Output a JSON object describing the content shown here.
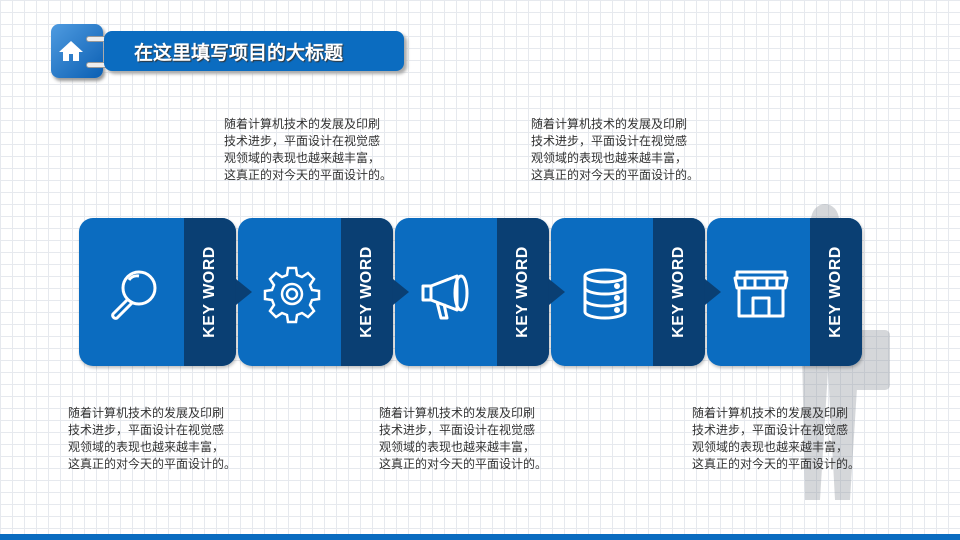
{
  "header": {
    "title": "在这里填写项目的大标题",
    "icon": "home-icon"
  },
  "steps": [
    {
      "keyword": "KEY WORD",
      "icon": "search-icon"
    },
    {
      "keyword": "KEY WORD",
      "icon": "gear-icon"
    },
    {
      "keyword": "KEY WORD",
      "icon": "megaphone-icon"
    },
    {
      "keyword": "KEY WORD",
      "icon": "database-icon"
    },
    {
      "keyword": "KEY WORD",
      "icon": "store-icon"
    }
  ],
  "texts": [
    [
      "随着计算机技术的发展及印刷",
      "技术进步，平面设计在视觉感",
      "观领域的表现也越来越丰富，",
      "这真正的对今天的平面设计的。"
    ],
    [
      "随着计算机技术的发展及印刷",
      "技术进步，平面设计在视觉感",
      "观领域的表现也越来越丰富，",
      "这真正的对今天的平面设计的。"
    ],
    [
      "随着计算机技术的发展及印刷",
      "技术进步，平面设计在视觉感",
      "观领域的表现也越来越丰富，",
      "这真正的对今天的平面设计的。"
    ],
    [
      "随着计算机技术的发展及印刷",
      "技术进步，平面设计在视觉感",
      "观领域的表现也越来越丰富，",
      "这真正的对今天的平面设计的。"
    ],
    [
      "随着计算机技术的发展及印刷",
      "技术进步，平面设计在视觉感",
      "观领域的表现也越来越丰富，",
      "这真正的对今天的平面设计的。"
    ]
  ],
  "colors": {
    "primary": "#0b6cc0",
    "dark": "#0a3f73"
  }
}
